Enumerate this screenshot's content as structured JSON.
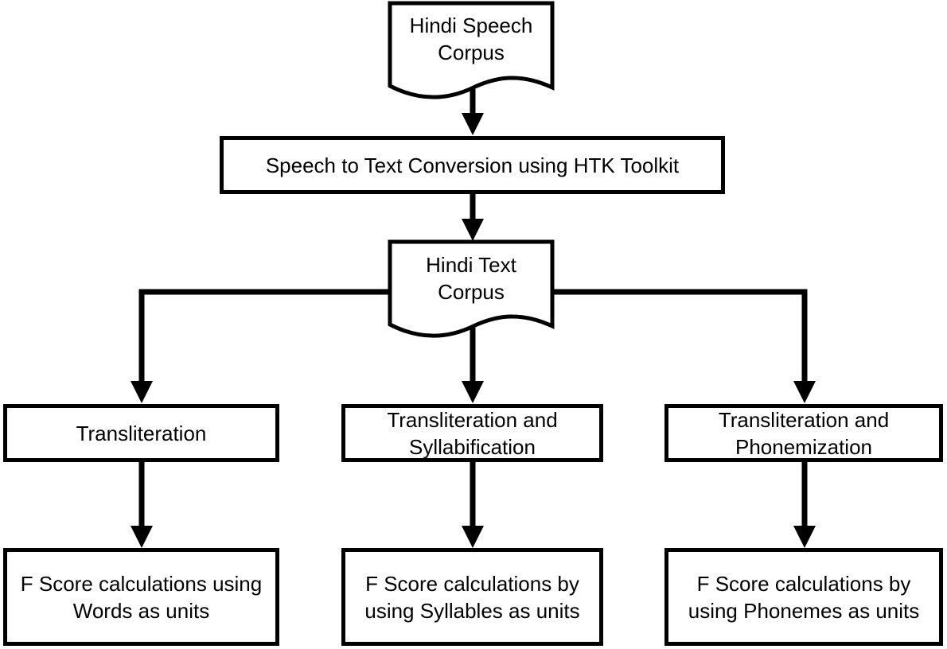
{
  "colors": {
    "stroke": "#000000",
    "background": "#ffffff",
    "text": "#000000"
  },
  "nodes": {
    "speech_corpus": {
      "line1": "Hindi Speech",
      "line2": "Corpus"
    },
    "conversion": {
      "line1": "Speech to Text Conversion using HTK Toolkit"
    },
    "text_corpus": {
      "line1": "Hindi Text",
      "line2": "Corpus"
    },
    "transliteration": {
      "line1": "Transliteration"
    },
    "syllabification": {
      "line1": "Transliteration and",
      "line2": "Syllabification"
    },
    "phonemization": {
      "line1": "Transliteration and",
      "line2": "Phonemization"
    },
    "fscore_words": {
      "line1": "F Score calculations using",
      "line2": "Words as units"
    },
    "fscore_syllables": {
      "line1": "F Score calculations by",
      "line2": "using Syllables as units"
    },
    "fscore_phonemes": {
      "line1": "F Score calculations by",
      "line2": "using Phonemes as units"
    }
  }
}
